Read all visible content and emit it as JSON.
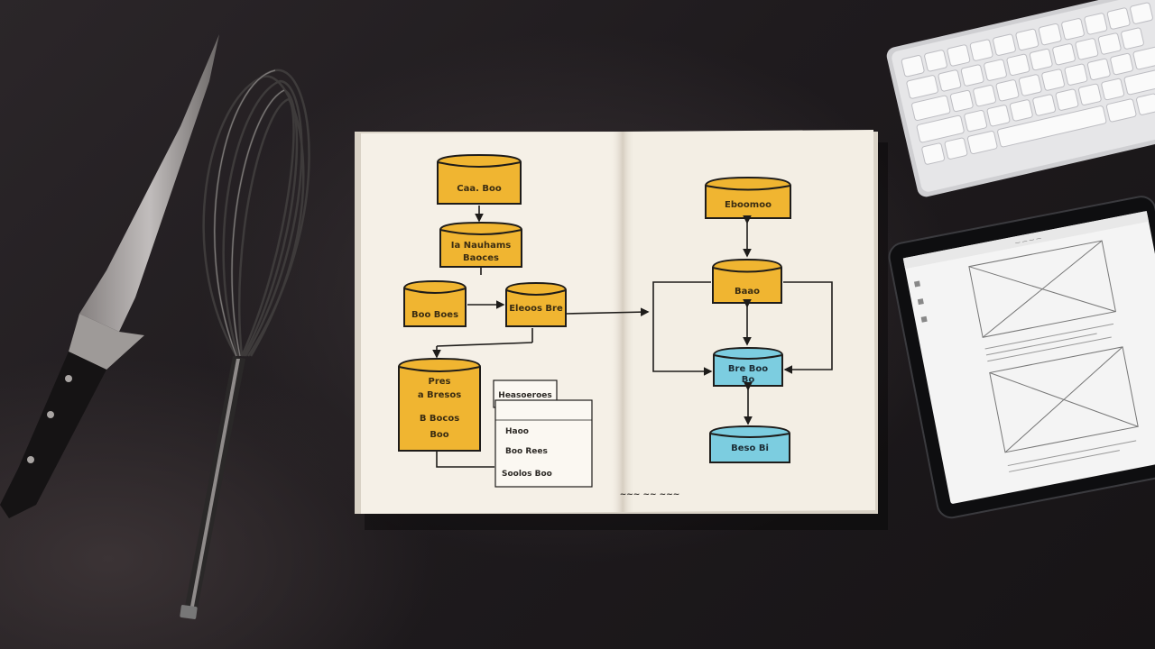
{
  "scene": {
    "description_items": [
      "knife",
      "whisk",
      "notebook",
      "keyboard",
      "tablet"
    ],
    "colors": {
      "table": "#1f1b1e",
      "paper": "#f4efe6",
      "yellow_box": "#f0b531",
      "blue_box": "#7ccde0",
      "ink": "#1e1c1a"
    }
  },
  "notebook": {
    "left_page": {
      "boxes": [
        {
          "label": "Caa. Boo"
        },
        {
          "label_lines": [
            "Ia Nauhams",
            "Baoces"
          ]
        },
        {
          "label": "Boo Boes"
        },
        {
          "label": "Eleoos Bre"
        },
        {
          "label_lines": [
            "Pres",
            "a Bresos",
            "B Bocos",
            "Boo"
          ]
        }
      ],
      "cards": [
        {
          "lines": [
            "Heasoeroes"
          ]
        },
        {
          "lines": [
            "Haoo",
            "Boo Rees",
            "Soolos Boo"
          ]
        }
      ],
      "footer": "~~~ ~~ ~~~"
    },
    "right_page": {
      "boxes": [
        {
          "label": "Eboomoo"
        },
        {
          "label": "Baao"
        },
        {
          "label_lines": [
            "Bre Boo",
            "Bo"
          ]
        },
        {
          "label": "Beso Bi"
        }
      ]
    }
  },
  "tablet": {
    "status_text": "— — — —"
  }
}
